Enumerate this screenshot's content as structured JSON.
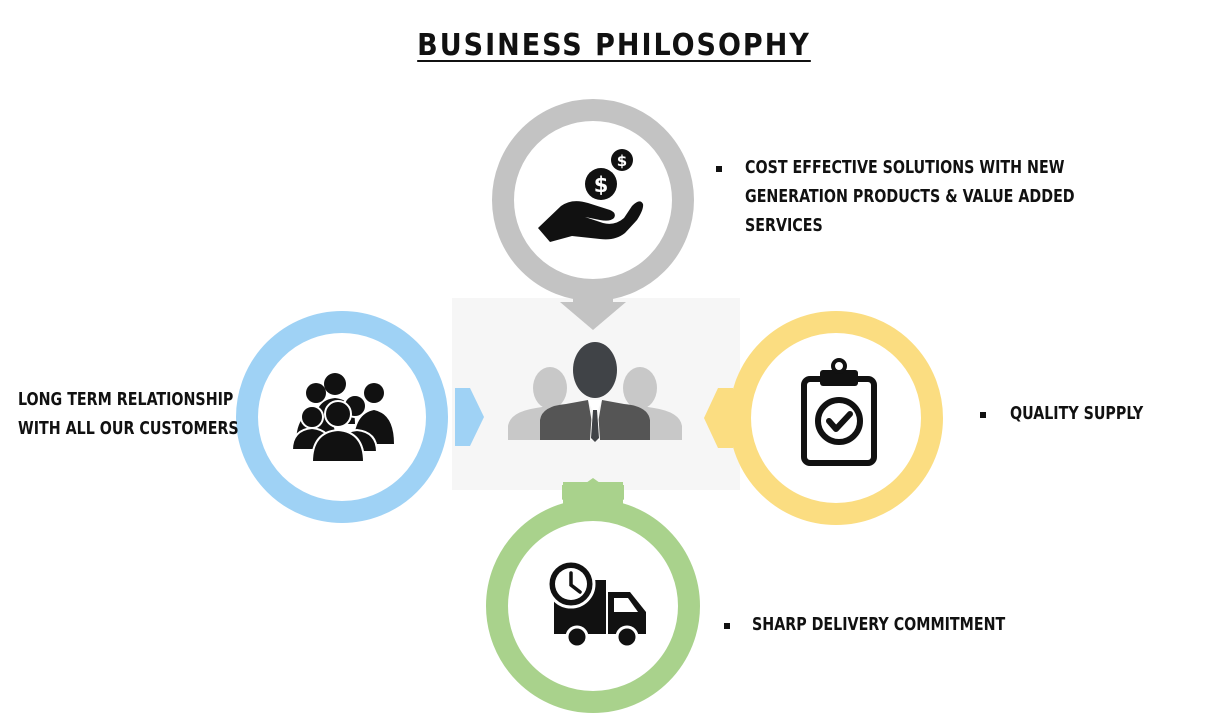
{
  "title": "BUSINESS PHILOSOPHY",
  "items": [
    {
      "id": "cost",
      "lines": [
        "COST EFFECTIVE SOLUTIONS WITH NEW",
        "GENERATION PRODUCTS & VALUE ADDED",
        "SERVICES"
      ],
      "icon": "money-hand-icon",
      "ring_color": "#c3c3c3",
      "bulleted": true
    },
    {
      "id": "relationship",
      "lines": [
        "LONG TERM RELATIONSHIP",
        "WITH ALL OUR CUSTOMERS"
      ],
      "icon": "group-people-icon",
      "ring_color": "#9fd2f5",
      "bulleted": false
    },
    {
      "id": "quality",
      "lines": [
        "QUALITY SUPPLY"
      ],
      "icon": "clipboard-check-icon",
      "ring_color": "#fbdd81",
      "bulleted": true
    },
    {
      "id": "delivery",
      "lines": [
        "SHARP DELIVERY COMMITMENT"
      ],
      "icon": "delivery-truck-clock-icon",
      "ring_color": "#a9d28c",
      "bulleted": true
    }
  ],
  "center_icon": "business-team-icon"
}
